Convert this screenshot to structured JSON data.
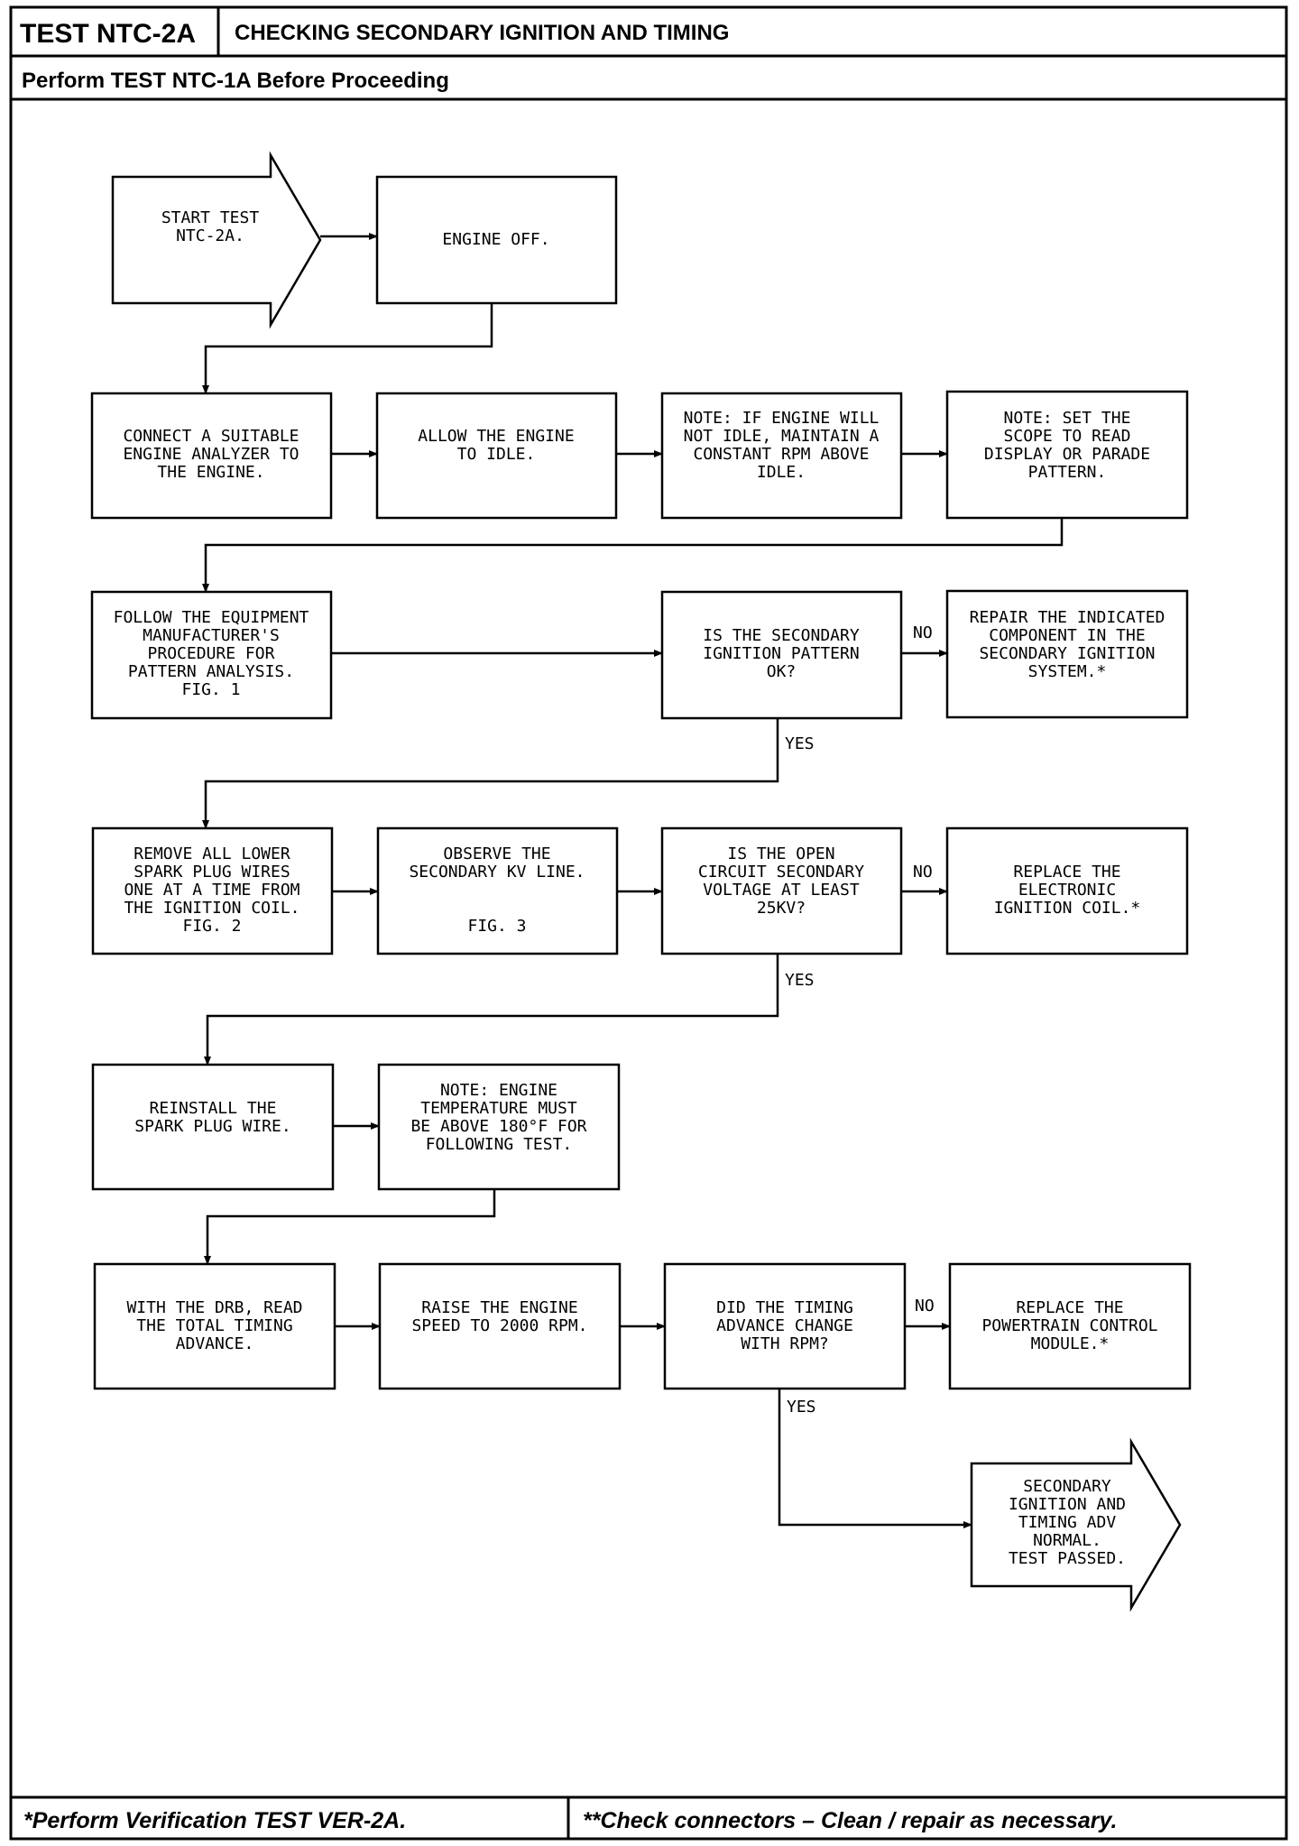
{
  "header": {
    "test_id": "TEST NTC-2A",
    "title": "CHECKING SECONDARY IGNITION AND TIMING",
    "prerequisite": "Perform TEST NTC-1A Before Proceeding"
  },
  "footer": {
    "left_note": "*Perform Verification TEST VER-2A.",
    "right_note": "**Check connectors – Clean / repair as necessary."
  },
  "flow": {
    "start": [
      "START TEST",
      "NTC-2A."
    ],
    "engine_off": [
      "ENGINE OFF."
    ],
    "connect_analyzer": [
      "CONNECT A SUITABLE",
      "ENGINE ANALYZER TO",
      "THE ENGINE."
    ],
    "allow_idle": [
      "ALLOW THE ENGINE",
      "TO IDLE."
    ],
    "note_idle": [
      "NOTE: IF ENGINE WILL",
      "NOT IDLE, MAINTAIN A",
      "CONSTANT RPM ABOVE",
      "IDLE."
    ],
    "note_scope": [
      "NOTE: SET THE",
      "SCOPE TO READ",
      "DISPLAY OR PARADE",
      "PATTERN."
    ],
    "follow_procedure": [
      "FOLLOW THE EQUIPMENT",
      "MANUFACTURER'S",
      "PROCEDURE FOR",
      "PATTERN ANALYSIS.",
      "FIG. 1"
    ],
    "q_pattern": [
      "IS THE SECONDARY",
      "IGNITION PATTERN",
      "OK?"
    ],
    "repair_component": [
      "REPAIR THE INDICATED",
      "COMPONENT IN THE",
      "SECONDARY IGNITION",
      "SYSTEM.*"
    ],
    "remove_wires": [
      "REMOVE ALL LOWER",
      "SPARK PLUG WIRES",
      "ONE AT A TIME FROM",
      "THE IGNITION COIL.",
      "FIG. 2"
    ],
    "observe_kv": [
      "OBSERVE THE",
      "SECONDARY KV LINE."
    ],
    "observe_fig": "FIG. 3",
    "q_voltage": [
      "IS THE OPEN",
      "CIRCUIT SECONDARY",
      "VOLTAGE AT LEAST",
      "25KV?"
    ],
    "replace_coil": [
      "REPLACE THE",
      "ELECTRONIC",
      "IGNITION COIL.*"
    ],
    "reinstall_wire": [
      "REINSTALL THE",
      "SPARK PLUG WIRE."
    ],
    "note_temp": [
      "NOTE:  ENGINE",
      "TEMPERATURE MUST",
      "BE ABOVE 180°F FOR",
      "FOLLOWING TEST."
    ],
    "read_timing": [
      "WITH THE DRB, READ",
      "THE TOTAL TIMING",
      "ADVANCE."
    ],
    "raise_speed": [
      "RAISE THE ENGINE",
      "SPEED TO 2000 RPM."
    ],
    "q_timing": [
      "DID THE TIMING",
      "ADVANCE CHANGE",
      "WITH RPM?"
    ],
    "replace_pcm": [
      "REPLACE THE",
      "POWERTRAIN CONTROL",
      "MODULE.*"
    ],
    "end": [
      "SECONDARY",
      "IGNITION AND",
      "TIMING ADV",
      "NORMAL.",
      "TEST PASSED."
    ]
  },
  "branch_labels": {
    "yes": "YES",
    "no": "NO"
  },
  "colors": {
    "ink": "#000000",
    "paper": "#ffffff"
  }
}
